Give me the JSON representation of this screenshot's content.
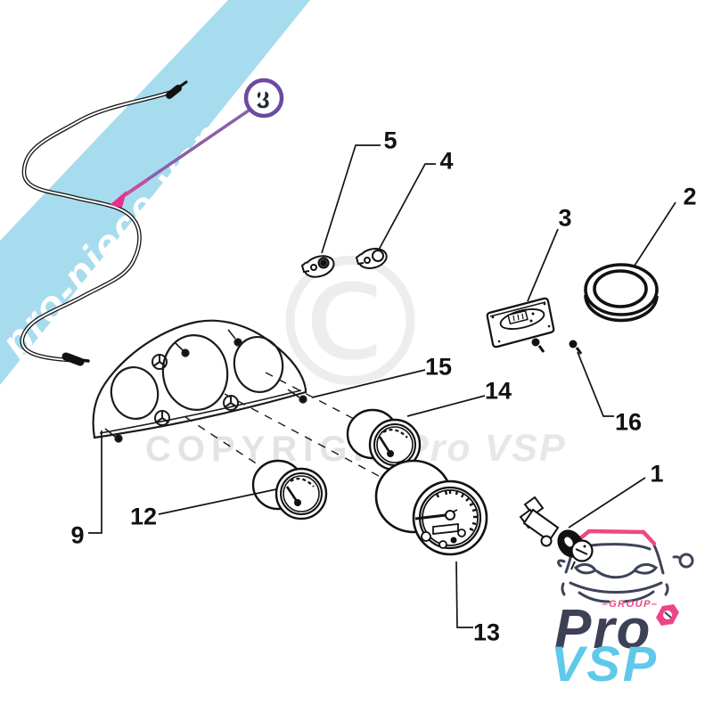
{
  "diagram_labels": {
    "l1": "1",
    "l2": "2",
    "l3": "3",
    "l4": "4",
    "l5": "5",
    "l8": "8",
    "l9": "9",
    "l12": "12",
    "l13": "13",
    "l14": "14",
    "l15": "15",
    "l16": "16"
  },
  "watermarks": {
    "banner": "pro-piece-vsp.com",
    "copyright_word": "COPYRIGHT",
    "copyright_brand": "Pro VSP",
    "copyright_symbol": "©"
  },
  "logo": {
    "group": "–GROUP–",
    "line1": "Pro",
    "line2": "VSP"
  },
  "colors": {
    "banner_blue": "#a7dcee",
    "annotation_purple": "#6b4aa0",
    "annotation_magenta": "#e9308f",
    "logo_navy": "#3d4156",
    "logo_cyan": "#5fc9e9",
    "logo_pink": "#ee4587",
    "watermark_gray": "#e6e6e6",
    "line_black": "#161616"
  }
}
